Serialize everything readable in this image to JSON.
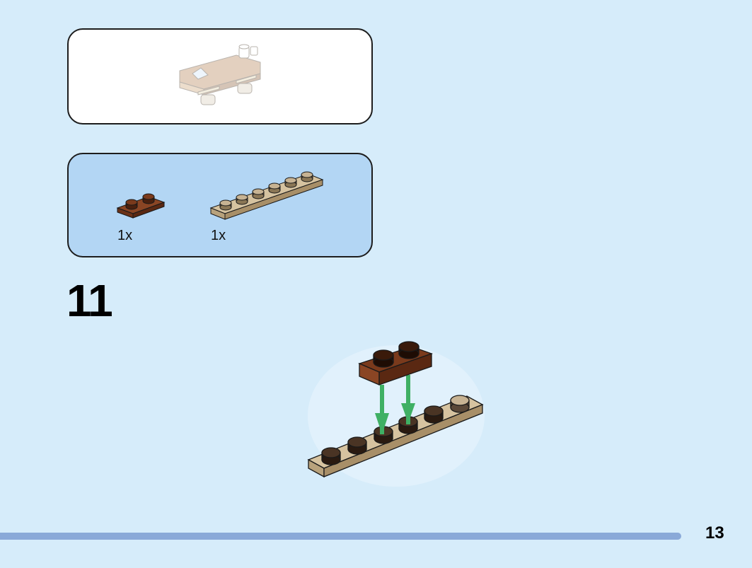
{
  "parts": [
    {
      "name": "brown-plate-1x2",
      "qty": "1x",
      "color": "#7a3a1c"
    },
    {
      "name": "tan-plate-1x6",
      "qty": "1x",
      "color": "#c7b393"
    }
  ],
  "step": {
    "number": "11"
  },
  "page": {
    "number": "13"
  },
  "colors": {
    "background": "#d6ecfa",
    "parts_panel": "#b3d6f4",
    "progress_bar": "#8aa9d8",
    "arrow": "#3fb064",
    "brown_plate": "#7a3a1c",
    "tan_plate": "#c7b393"
  }
}
